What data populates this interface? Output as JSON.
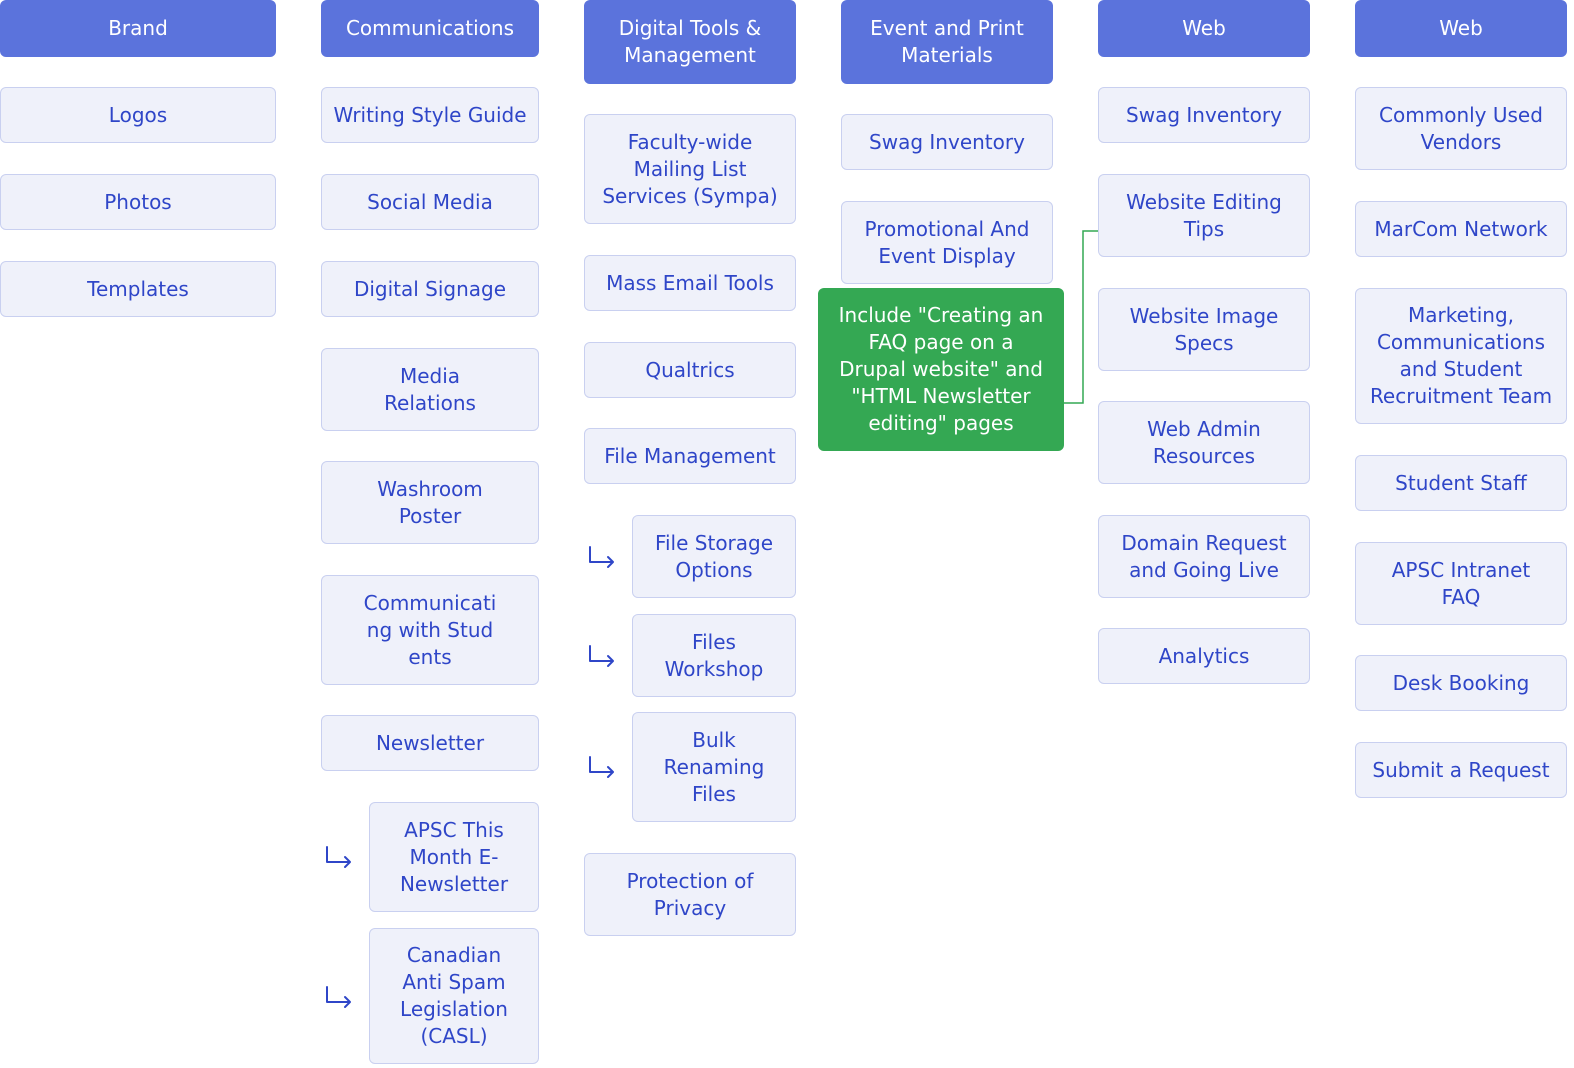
{
  "colors": {
    "header_bg": "#5B73DC",
    "item_bg": "#EFF1FA",
    "item_border": "#C9D0F0",
    "item_text": "#2F46C8",
    "note_bg": "#34A853"
  },
  "columns": [
    {
      "header": "Brand",
      "items": [
        "Logos",
        "Photos",
        "Templates"
      ]
    },
    {
      "header": "Communications",
      "items": [
        "Writing Style Guide",
        "Social Media",
        "Digital Signage",
        "Media Relations",
        "Washroom Poster",
        "Communicating with Students",
        "Newsletter"
      ],
      "subitems": [
        "APSC This Month E-Newsletter",
        "Canadian Anti Spam Legislation (CASL)"
      ]
    },
    {
      "header": "Digital Tools & Management",
      "items": [
        "Faculty-wide Mailing List Services (Sympa)",
        "Mass Email Tools",
        "Qualtrics",
        "File Management"
      ],
      "subitems": [
        "File Storage Options",
        "Files Workshop",
        "Bulk Renaming Files"
      ],
      "tail_item": "Protection of Privacy"
    },
    {
      "header": "Event and Print Materials",
      "items": [
        "Swag Inventory",
        "Promotional And Event Display"
      ],
      "note": "Include \"Creating an FAQ page on a Drupal website\" and \"HTML Newsletter editing\" pages"
    },
    {
      "header": "Web",
      "items": [
        "Swag Inventory",
        "Website Editing Tips",
        "Website Image Specs",
        "Web Admin Resources",
        "Domain Request and Going Live",
        "Analytics"
      ]
    },
    {
      "header": "Web",
      "items": [
        "Commonly Used Vendors",
        "MarCom Network",
        "Marketing, Communications and Student Recruitment Team",
        "Student Staff",
        "APSC Intranet FAQ",
        "Desk Booking",
        "Submit a Request"
      ]
    }
  ]
}
